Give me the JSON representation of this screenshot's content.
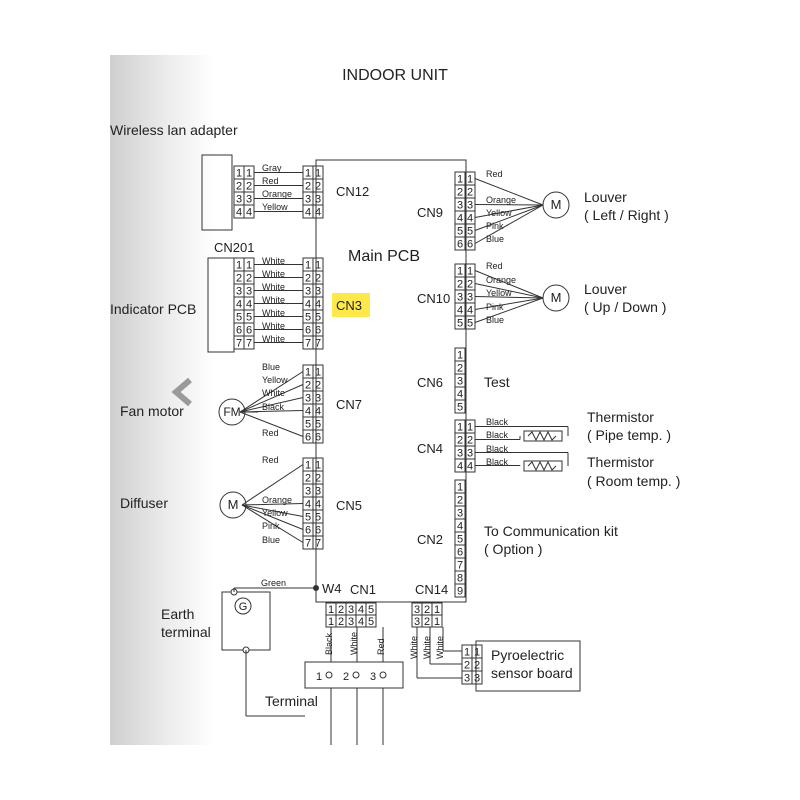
{
  "title": "INDOOR UNIT",
  "main_pcb": "Main PCB",
  "highlight_color": "#ffe94a",
  "components": {
    "wireless": "Wireless lan adapter",
    "cn201": "CN201",
    "indicator": "Indicator PCB",
    "fan_motor": "Fan motor",
    "diffuser": "Diffuser",
    "earth_1": "Earth",
    "earth_2": "terminal",
    "terminal": "Terminal",
    "louver_lr_1": "Louver",
    "louver_lr_2": "( Left / Right )",
    "louver_ud_1": "Louver",
    "louver_ud_2": "( Up / Down )",
    "test": "Test",
    "thermistor_pipe_1": "Thermistor",
    "thermistor_pipe_2": "( Pipe temp. )",
    "thermistor_room_1": "Thermistor",
    "thermistor_room_2": "( Room temp. )",
    "comm_1": "To Communication kit",
    "comm_2": "( Option )",
    "pyro_1": "Pyroelectric",
    "pyro_2": "sensor board",
    "fm_symbol": "FM",
    "m_symbol": "M",
    "earth_symbol": "G"
  },
  "connectors": {
    "cn12": "CN12",
    "cn3": "CN3",
    "cn7": "CN7",
    "cn5": "CN5",
    "cn9": "CN9",
    "cn10": "CN10",
    "cn6": "CN6",
    "cn4": "CN4",
    "cn2": "CN2",
    "cn14": "CN14",
    "cn1": "CN1",
    "w4": "W4"
  },
  "wires": {
    "cn12": [
      "Gray",
      "Red",
      "Orange",
      "Yellow"
    ],
    "cn3": [
      "White",
      "White",
      "White",
      "White",
      "White",
      "White",
      "White"
    ],
    "cn7": [
      "Blue",
      "Yellow",
      "White",
      "Black",
      "",
      "Red"
    ],
    "cn5": [
      "Red",
      "",
      "",
      "Orange",
      "Yellow",
      "Pink",
      "Blue"
    ],
    "cn9": [
      "Red",
      "",
      "Orange",
      "Yellow",
      "Pink",
      "Blue"
    ],
    "cn10": [
      "Red",
      "Orange",
      "Yellow",
      "Pink",
      "Blue"
    ],
    "cn4": [
      "Black",
      "Black",
      "Black",
      "Black"
    ],
    "earth": "Green",
    "cn1": [
      "Black",
      "White",
      "Red"
    ],
    "cn14": [
      "White",
      "White",
      "White"
    ]
  },
  "pins": {
    "cn12": [
      "1",
      "2",
      "3",
      "4"
    ],
    "cn201": [
      "1",
      "2",
      "3",
      "4",
      "5",
      "6",
      "7"
    ],
    "cn7": [
      "1",
      "2",
      "3",
      "4",
      "5",
      "6"
    ],
    "cn5": [
      "1",
      "2",
      "3",
      "4",
      "5",
      "6",
      "7"
    ],
    "cn9": [
      "1",
      "2",
      "3",
      "4",
      "5",
      "6"
    ],
    "cn10": [
      "1",
      "2",
      "3",
      "4",
      "5"
    ],
    "cn6": [
      "1",
      "2",
      "3",
      "4",
      "5"
    ],
    "cn4": [
      "1",
      "2",
      "3",
      "4"
    ],
    "cn2": [
      "1",
      "2",
      "3",
      "4",
      "5",
      "6",
      "7",
      "8",
      "9"
    ],
    "cn1": [
      "1",
      "2",
      "3",
      "4",
      "5"
    ],
    "cn14": [
      "3",
      "2",
      "1"
    ],
    "pyro": [
      "1",
      "2",
      "3"
    ],
    "terminal": [
      "1",
      "2",
      "3"
    ]
  }
}
